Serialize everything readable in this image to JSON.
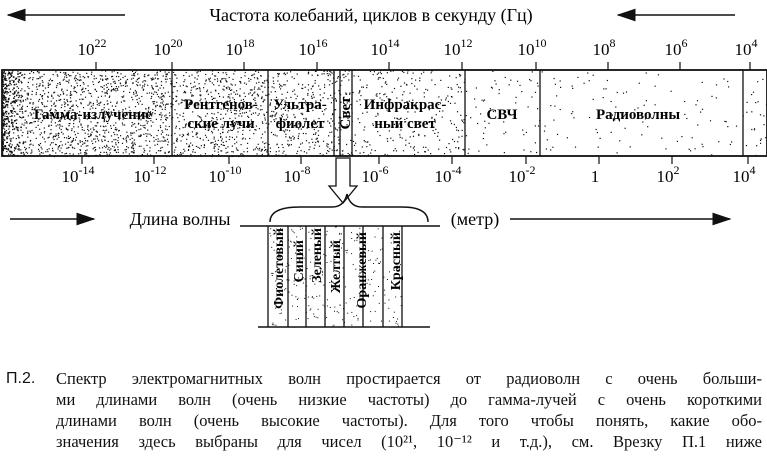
{
  "figure": {
    "freq_title": "Частота колебаний, циклов в секунду (Гц)",
    "wave_title": "Длина волны",
    "wave_unit": "(метр)",
    "freq_ticks": [
      {
        "base": "10",
        "exp": "22"
      },
      {
        "base": "10",
        "exp": "20"
      },
      {
        "base": "10",
        "exp": "18"
      },
      {
        "base": "10",
        "exp": "16"
      },
      {
        "base": "10",
        "exp": "14"
      },
      {
        "base": "10",
        "exp": "12"
      },
      {
        "base": "10",
        "exp": "10"
      },
      {
        "base": "10",
        "exp": "8"
      },
      {
        "base": "10",
        "exp": "6"
      },
      {
        "base": "10",
        "exp": "4"
      }
    ],
    "wave_ticks": [
      {
        "base": "10",
        "exp": "-14"
      },
      {
        "base": "10",
        "exp": "-12"
      },
      {
        "base": "10",
        "exp": "-10"
      },
      {
        "base": "10",
        "exp": "-8"
      },
      {
        "base": "10",
        "exp": "-6"
      },
      {
        "base": "10",
        "exp": "-4"
      },
      {
        "base": "10",
        "exp": "-2"
      },
      {
        "base": "1",
        "exp": ""
      },
      {
        "base": "10",
        "exp": "2"
      },
      {
        "base": "10",
        "exp": "4"
      }
    ],
    "bands": [
      {
        "label": "Гамма-излучение",
        "lines": [
          "Гамма-излучение"
        ],
        "density": 0.55
      },
      {
        "label": "Рентгеновские лучи",
        "lines": [
          "Рентгенов-",
          "ские лучи"
        ],
        "density": 0.42
      },
      {
        "label": "Ультрафиолет",
        "lines": [
          "Ультра-",
          "фиолет"
        ],
        "density": 0.34
      },
      {
        "label": "Свет",
        "lines": [
          "Свет"
        ],
        "density": 0.3
      },
      {
        "label": "Инфракрасный свет",
        "lines": [
          "Инфракрас-",
          "ный свет"
        ],
        "density": 0.16
      },
      {
        "label": "СВЧ",
        "lines": [
          "СВЧ"
        ],
        "density": 0.06
      },
      {
        "label": "Радиоволны",
        "lines": [
          "Радиоволны"
        ],
        "density": 0.04
      }
    ],
    "colors": [
      "Фиолетовый",
      "Синий",
      "Зеленый",
      "Желтый",
      "Оранжевый",
      "Красный"
    ]
  },
  "caption": {
    "number": "П.2.",
    "lines": [
      "Спектр электромагнитных волн простирается от радиоволн с очень больши-",
      "ми длинами волн (очень низкие частоты) до гамма-лучей с очень короткими",
      "длинами волн (очень высокие частоты). Для того чтобы понять, какие обо-",
      "значения здесь выбраны для чисел (10²¹, 10⁻¹² и т.д.), см. Врезку П.1 ниже"
    ]
  }
}
